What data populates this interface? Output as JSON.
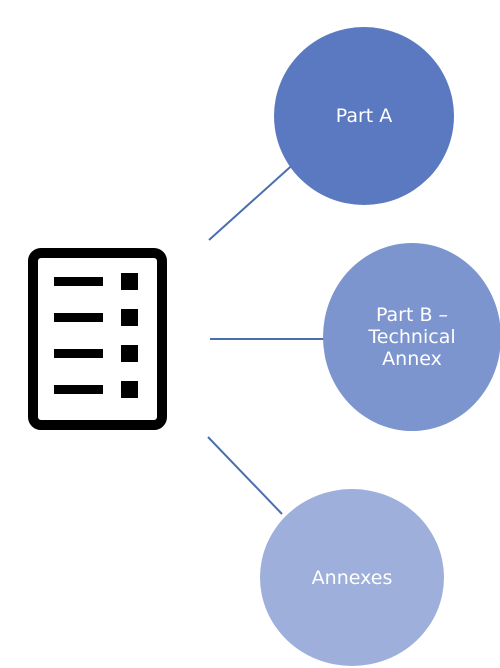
{
  "icon": "checklist-icon",
  "nodes": [
    {
      "label": "Part A",
      "color": "#5a79c1"
    },
    {
      "label": "Part B –\nTechnical\nAnnex",
      "color": "#7d95cf"
    },
    {
      "label": "Annexes",
      "color": "#9dafda"
    }
  ],
  "connector_color": "#4a6fae"
}
